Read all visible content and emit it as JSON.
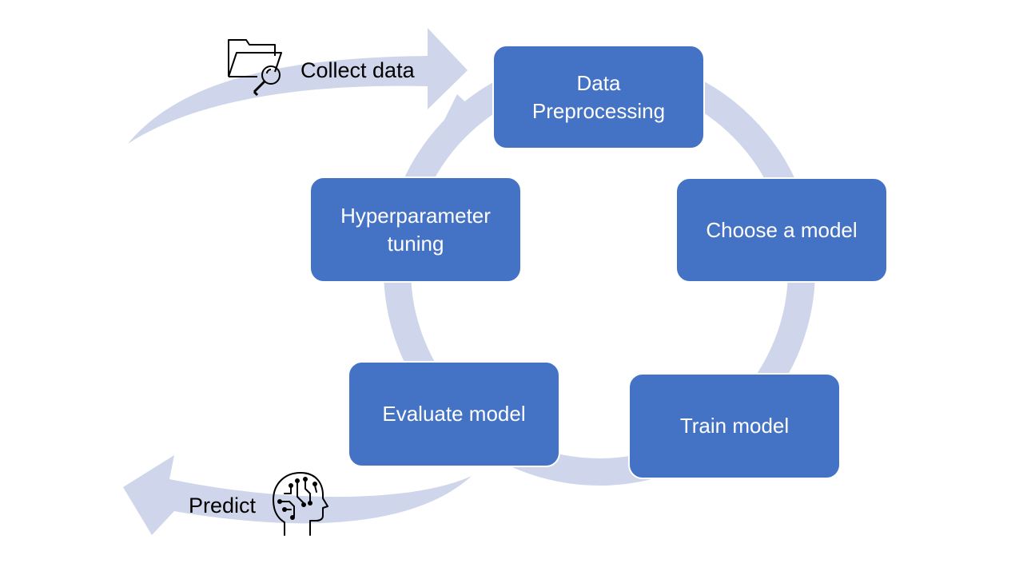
{
  "diagram": {
    "steps": [
      {
        "id": "data-preprocessing",
        "label": "Data\nPreprocessing"
      },
      {
        "id": "choose-model",
        "label": "Choose a model"
      },
      {
        "id": "train-model",
        "label": "Train model"
      },
      {
        "id": "evaluate-model",
        "label": "Evaluate model"
      },
      {
        "id": "hyperparameter-tuning",
        "label": "Hyperparameter\ntuning"
      }
    ],
    "input": {
      "label": "Collect data",
      "icon": "folder-search-icon"
    },
    "output": {
      "label": "Predict",
      "icon": "ai-head-icon"
    }
  },
  "colors": {
    "box_fill": "#4472c4",
    "box_text": "#ffffff",
    "arrow_fill": "#cfd5ea",
    "label_text": "#000000"
  }
}
